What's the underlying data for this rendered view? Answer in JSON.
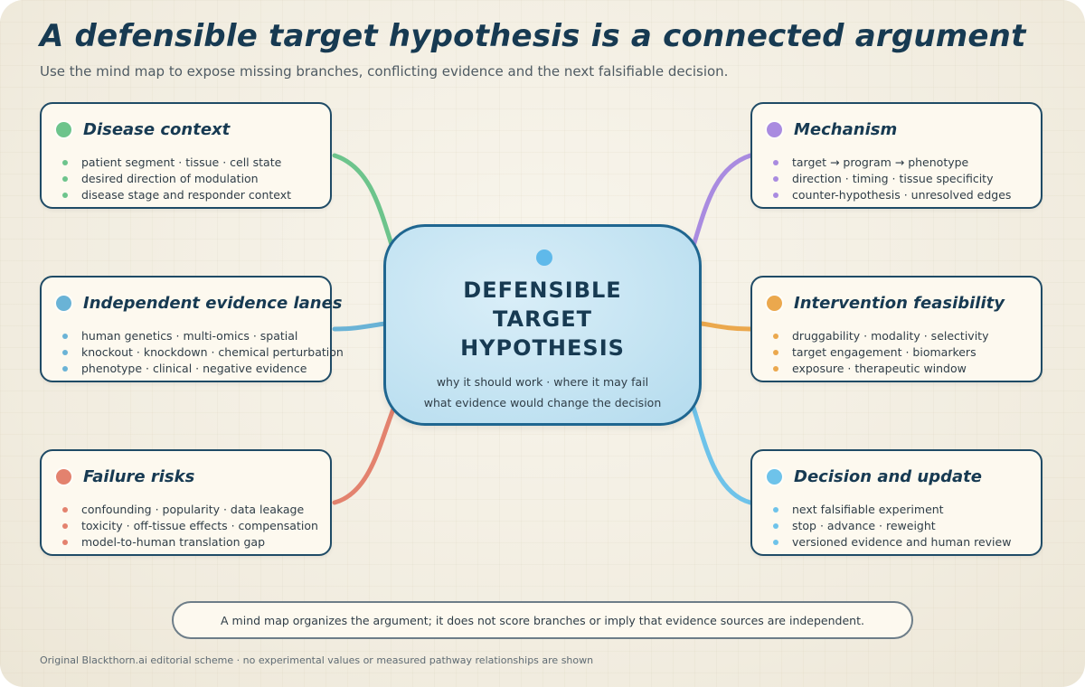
{
  "title": "A defensible target hypothesis is a connected argument",
  "subtitle": "Use the mind map to expose missing branches, conflicting evidence and the next falsifiable decision.",
  "hub": {
    "title_lines": [
      "DEFENSIBLE",
      "TARGET",
      "HYPOTHESIS"
    ],
    "subtitle_lines": [
      "why it should work · where it may fail",
      "what evidence would change the decision"
    ],
    "color": "#5fb9ea"
  },
  "branches": [
    {
      "title": "Disease context",
      "color": "#6dc48c",
      "items": [
        "patient segment · tissue · cell state",
        "desired direction of modulation",
        "disease stage and responder context"
      ]
    },
    {
      "title": "Independent evidence lanes",
      "color": "#6ab3d6",
      "items": [
        "human genetics · multi-omics · spatial",
        "knockout · knockdown · chemical perturbation",
        "phenotype · clinical · negative evidence"
      ]
    },
    {
      "title": "Failure risks",
      "color": "#e3826e",
      "items": [
        "confounding · popularity · data leakage",
        "toxicity · off-tissue effects · compensation",
        "model-to-human translation gap"
      ]
    },
    {
      "title": "Mechanism",
      "color": "#a98be0",
      "items": [
        "target → program → phenotype",
        "direction · timing · tissue specificity",
        "counter-hypothesis · unresolved edges"
      ]
    },
    {
      "title": "Intervention feasibility",
      "color": "#eba84d",
      "items": [
        "druggability · modality · selectivity",
        "target engagement · biomarkers",
        "exposure · therapeutic window"
      ]
    },
    {
      "title": "Decision and update",
      "color": "#6ec3ea",
      "items": [
        "next falsifiable experiment",
        "stop · advance · reweight",
        "versioned evidence and human review"
      ]
    }
  ],
  "note": "A mind map organizes the argument; it does not score branches or imply that evidence sources are independent.",
  "footer": "Original Blackthorn.ai editorial scheme · no experimental values or measured pathway relationships are shown"
}
